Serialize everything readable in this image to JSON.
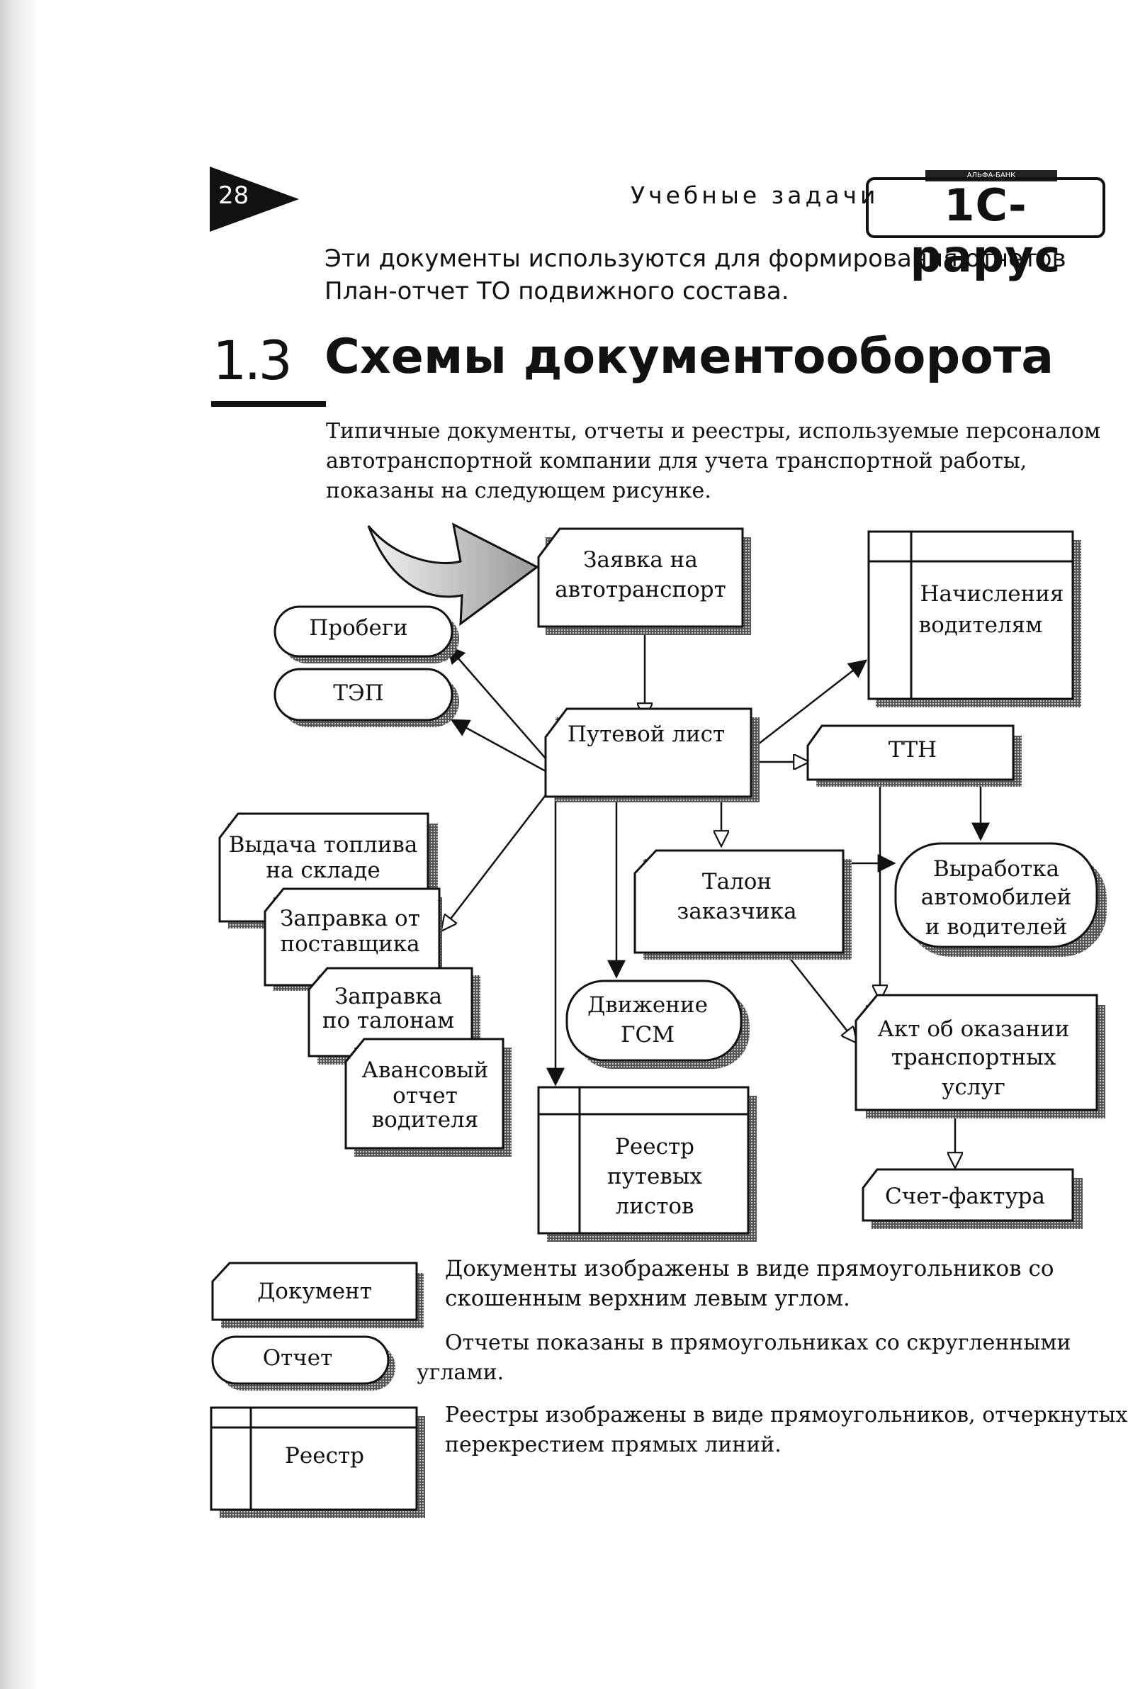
{
  "header": {
    "page_number": "28",
    "section_title": "Учебные задачи",
    "logo_text": "1С-рарус",
    "logo_badge": "АЛЬФА-БАНК"
  },
  "intro_text": "Эти документы используются для формирования отчетов План-отчет ТО подвижного состава.",
  "section": {
    "number": "1.3",
    "title": "Схемы документооборота"
  },
  "paragraph": "Типичные документы, отчеты и реестры, используемые персоналом автотранспортной компании для учета транспортной работы, показаны на следующем рисунке.",
  "diagram": {
    "request": [
      "Заявка на",
      "автотранспорт"
    ],
    "driver_pay": [
      "Начисления",
      "водителям"
    ],
    "mileage": "Пробеги",
    "tep": "ТЭП",
    "waybill": "Путевой лист",
    "ttn": "ТТН",
    "fuel_warehouse": [
      "Выдача топлива",
      "на складе"
    ],
    "fuel_supplier": [
      "Заправка от",
      "поставщика"
    ],
    "fuel_coupons": [
      "Заправка",
      "по талонам"
    ],
    "advance_report": [
      "Авансовый",
      "отчет",
      "водителя"
    ],
    "customer_coupon": [
      "Талон",
      "заказчика"
    ],
    "output": [
      "Выработка",
      "автомобилей",
      "и водителей"
    ],
    "fuel_movement": [
      "Движение",
      "ГСМ"
    ],
    "service_act": [
      "Акт об оказании",
      "транспортных",
      "услуг"
    ],
    "waybill_registry": [
      "Реестр",
      "путевых",
      "листов"
    ],
    "invoice": "Счет-фактура"
  },
  "legend": {
    "doc_label": "Документ",
    "doc_desc_1": "Документы изображены в виде прямоугольников со",
    "doc_desc_2": "скошенным верхним левым углом.",
    "report_label": "Отчет",
    "report_desc_1": "Отчеты показаны в прямоугольниках со скругленными",
    "report_desc_2": "углами.",
    "registry_label": "Реестр",
    "registry_desc_1": "Реестры изображены в виде прямоугольников, отчеркнутых",
    "registry_desc_2": "перекрестием прямых линий."
  }
}
